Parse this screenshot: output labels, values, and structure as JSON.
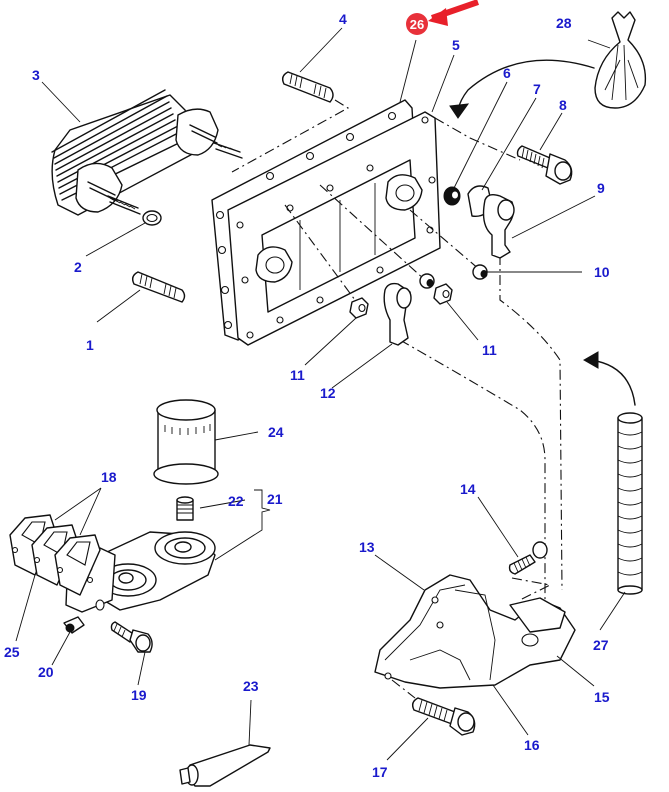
{
  "diagram": {
    "title": "Oil cooler and oil filter assembly – exploded parts view",
    "highlighted_part": "26",
    "colors": {
      "label": "#1a1acc",
      "highlight_badge": "#e8313a",
      "highlight_arrow": "#e8202a",
      "linework": "#111111"
    },
    "labels": [
      {
        "id": "1",
        "part": "stud"
      },
      {
        "id": "2",
        "part": "o-ring"
      },
      {
        "id": "3",
        "part": "oil cooler"
      },
      {
        "id": "4",
        "part": "stud"
      },
      {
        "id": "5",
        "part": "gasket"
      },
      {
        "id": "6",
        "part": "washer"
      },
      {
        "id": "7",
        "part": "gasket"
      },
      {
        "id": "8",
        "part": "bolt"
      },
      {
        "id": "9",
        "part": "elbow"
      },
      {
        "id": "10",
        "part": "spacer"
      },
      {
        "id": "11",
        "part": "nut"
      },
      {
        "id": "11",
        "part": "nut"
      },
      {
        "id": "12",
        "part": "elbow"
      },
      {
        "id": "13",
        "part": "gasket"
      },
      {
        "id": "14",
        "part": "bolt"
      },
      {
        "id": "15",
        "part": "gasket"
      },
      {
        "id": "16",
        "part": "housing"
      },
      {
        "id": "17",
        "part": "bolt"
      },
      {
        "id": "18",
        "part": "gaskets"
      },
      {
        "id": "19",
        "part": "bolt"
      },
      {
        "id": "20",
        "part": "plug"
      },
      {
        "id": "21",
        "part": "filter head assembly"
      },
      {
        "id": "22",
        "part": "adapter nipple"
      },
      {
        "id": "23",
        "part": "sealant tube"
      },
      {
        "id": "24",
        "part": "oil filter"
      },
      {
        "id": "25",
        "part": "gasket"
      },
      {
        "id": "26",
        "part": "cover plate"
      },
      {
        "id": "27",
        "part": "hose"
      },
      {
        "id": "28",
        "part": "kit bag"
      }
    ]
  }
}
